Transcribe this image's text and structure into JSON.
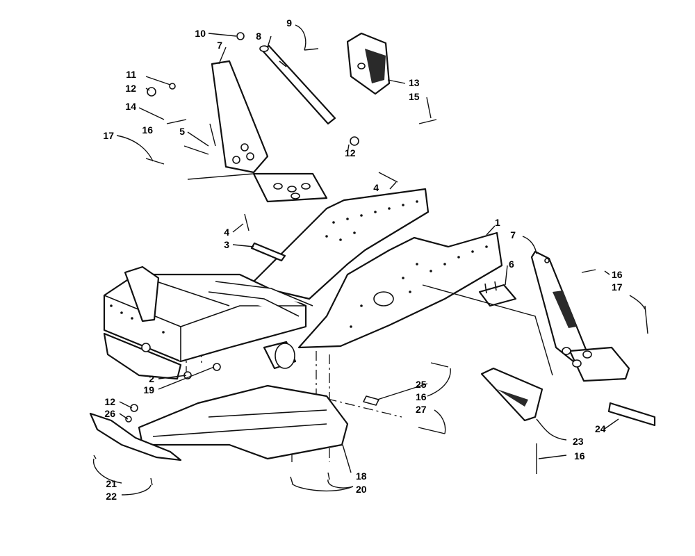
{
  "colors": {
    "line": "#111111",
    "background": "#ffffff"
  },
  "callouts": [
    {
      "id": "c1",
      "label": "1"
    },
    {
      "id": "c2",
      "label": "2"
    },
    {
      "id": "c3",
      "label": "3"
    },
    {
      "id": "c4a",
      "label": "4"
    },
    {
      "id": "c4b",
      "label": "4"
    },
    {
      "id": "c5",
      "label": "5"
    },
    {
      "id": "c6",
      "label": "6"
    },
    {
      "id": "c7a",
      "label": "7"
    },
    {
      "id": "c7b",
      "label": "7"
    },
    {
      "id": "c8",
      "label": "8"
    },
    {
      "id": "c9",
      "label": "9"
    },
    {
      "id": "c10",
      "label": "10"
    },
    {
      "id": "c11",
      "label": "11"
    },
    {
      "id": "c12a",
      "label": "12"
    },
    {
      "id": "c12b",
      "label": "12"
    },
    {
      "id": "c12c",
      "label": "12"
    },
    {
      "id": "c13",
      "label": "13"
    },
    {
      "id": "c14",
      "label": "14"
    },
    {
      "id": "c15",
      "label": "15"
    },
    {
      "id": "c16a",
      "label": "16"
    },
    {
      "id": "c16b",
      "label": "16"
    },
    {
      "id": "c16c",
      "label": "16"
    },
    {
      "id": "c16d",
      "label": "16"
    },
    {
      "id": "c17a",
      "label": "17"
    },
    {
      "id": "c17b",
      "label": "17"
    },
    {
      "id": "c18",
      "label": "18"
    },
    {
      "id": "c19",
      "label": "19"
    },
    {
      "id": "c20",
      "label": "20"
    },
    {
      "id": "c21",
      "label": "21"
    },
    {
      "id": "c22",
      "label": "22"
    },
    {
      "id": "c23",
      "label": "23"
    },
    {
      "id": "c24",
      "label": "24"
    },
    {
      "id": "c25",
      "label": "25"
    },
    {
      "id": "c26",
      "label": "26"
    },
    {
      "id": "c27",
      "label": "27"
    }
  ]
}
